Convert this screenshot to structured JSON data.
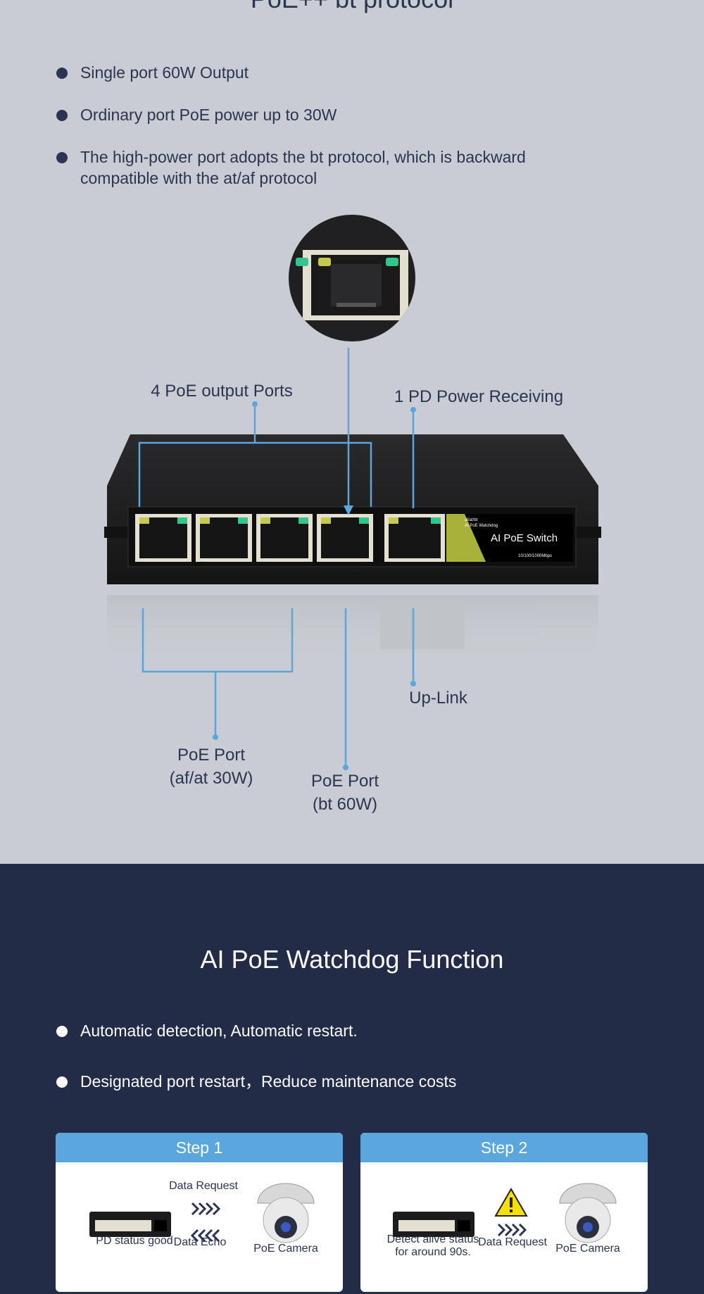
{
  "protocol": {
    "title": "PoE++  bt protocol",
    "bullets": [
      "Single port 60W Output",
      "Ordinary port PoE power up to 30W",
      "The high-power port adopts the bt protocol, which is backward compatible with the at/af protocol"
    ]
  },
  "diagram": {
    "label_output": "4 PoE output Ports",
    "label_pd": "1 PD Power Receiving",
    "label_uplink": "Up-Link",
    "label_port30_line1": "PoE Port",
    "label_port30_line2": "(af/at 30W)",
    "label_port60_line1": "PoE Port",
    "label_port60_line2": "(bt 60W)",
    "device_label": "AI PoE Switch",
    "device_small1": "af/at/bt",
    "device_small2": "AI PoE Watchdog",
    "device_speed": "10/100/1000Mbps"
  },
  "watchdog": {
    "title": "AI PoE Watchdog Function",
    "bullets": [
      "Automatic detection, Automatic restart.",
      "Designated port restart，Reduce maintenance costs"
    ]
  },
  "steps": [
    {
      "title": "Step 1",
      "data_request": "Data Request",
      "data_echo": "Data Echo",
      "pd_status": "PD status good",
      "camera": "PoE Camera"
    },
    {
      "title": "Step 2",
      "detect_line1": "Detect alive status",
      "detect_line2": "for around 90s.",
      "data_request": "Data Request",
      "camera": "PoE Camera"
    }
  ],
  "colors": {
    "light_bg": "#c9ccd2",
    "dark_bg": "#232c47",
    "accent_blue": "#5ba6dd",
    "text_dark": "#2b3552"
  }
}
